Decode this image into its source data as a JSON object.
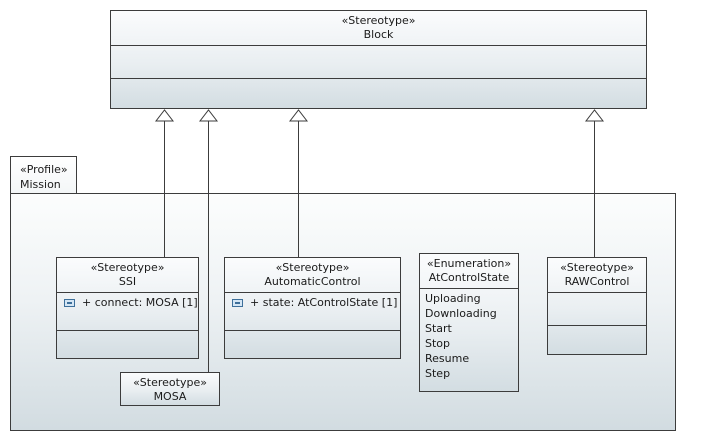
{
  "block": {
    "stereotype": "«Stereotype»",
    "name": "Block"
  },
  "profile": {
    "stereotype": "«Profile»",
    "name": "Mission"
  },
  "ssi": {
    "stereotype": "«Stereotype»",
    "name": "SSI",
    "attribute": "+ connect: MOSA [1]",
    "attribute_icon": "property-icon"
  },
  "mosa": {
    "stereotype": "«Stereotype»",
    "name": "MOSA"
  },
  "automatic_control": {
    "stereotype": "«Stereotype»",
    "name": "AutomaticControl",
    "attribute": "+ state: AtControlState [1]",
    "attribute_icon": "property-icon"
  },
  "at_control_state": {
    "stereotype": "«Enumeration»",
    "name": "AtControlState",
    "literals": [
      "Uploading",
      "Downloading",
      "Start",
      "Stop",
      "Resume",
      "Step"
    ]
  },
  "raw_control": {
    "stereotype": "«Stereotype»",
    "name": "RAWControl"
  },
  "colors": {
    "border": "#3c3c3c",
    "fill_top": "#fbfcfd",
    "fill_bottom": "#d3dde2",
    "icon": "#3d6f9a"
  }
}
